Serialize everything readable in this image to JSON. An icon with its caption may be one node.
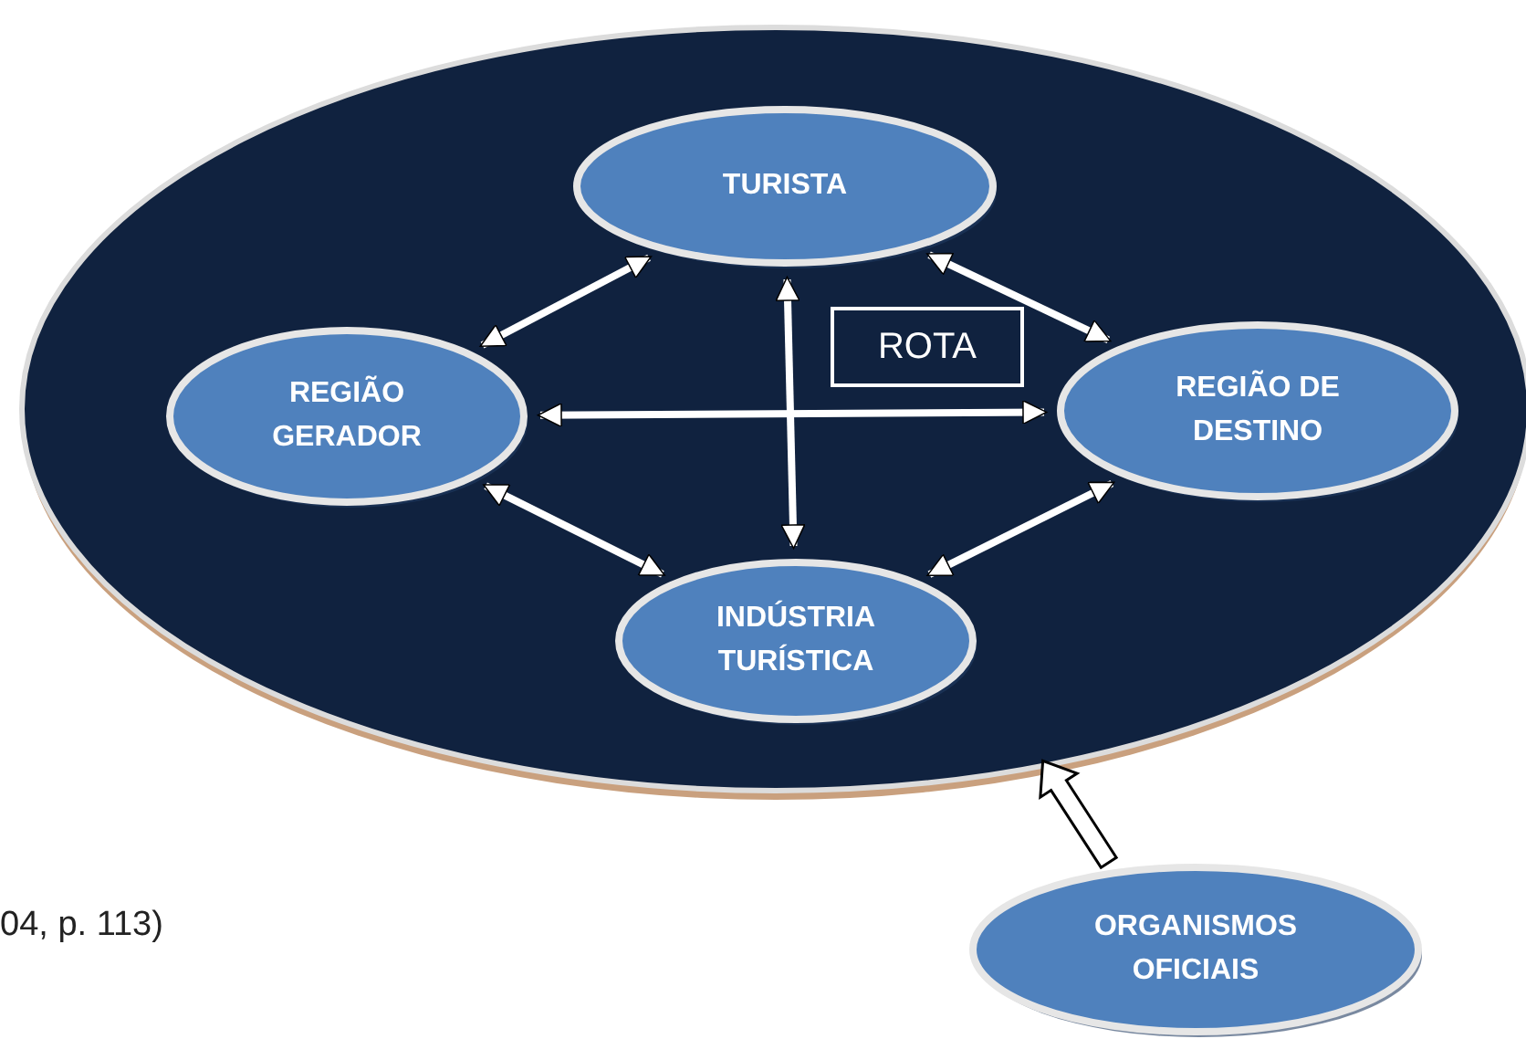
{
  "diagram": {
    "nodes": [
      {
        "text": [],
        "shape": "ellipse"
      },
      {
        "text": [
          "TURISTA"
        ],
        "in": 0
      },
      {
        "text": [
          "REGIÃO GERADOR"
        ],
        "in": 0
      },
      {
        "text": [
          "ROTA"
        ],
        "in": 0
      },
      {
        "text": [
          "REGIÃO DE DESTINO"
        ],
        "in": 0
      },
      {
        "text": [
          "INDÚSTRIA TURÍSTICA"
        ],
        "in": 0
      },
      {
        "text": [
          "ORGANISMOS OFICIAIS"
        ]
      }
    ],
    "edges": [
      {
        "from": 2,
        "to": 1,
        "arrow": "both"
      },
      {
        "from": 1,
        "to": 4,
        "arrow": "both"
      },
      {
        "from": 2,
        "to": 4,
        "arrow": "both"
      },
      {
        "from": 1,
        "to": 5,
        "arrow": "both"
      },
      {
        "from": 2,
        "to": 5,
        "arrow": "both"
      },
      {
        "from": 5,
        "to": 4,
        "arrow": "both"
      },
      {
        "from": 6,
        "to": 0,
        "arrow": "to",
        "style": "thick"
      }
    ],
    "labels": [
      "04, p. 113)"
    ]
  }
}
